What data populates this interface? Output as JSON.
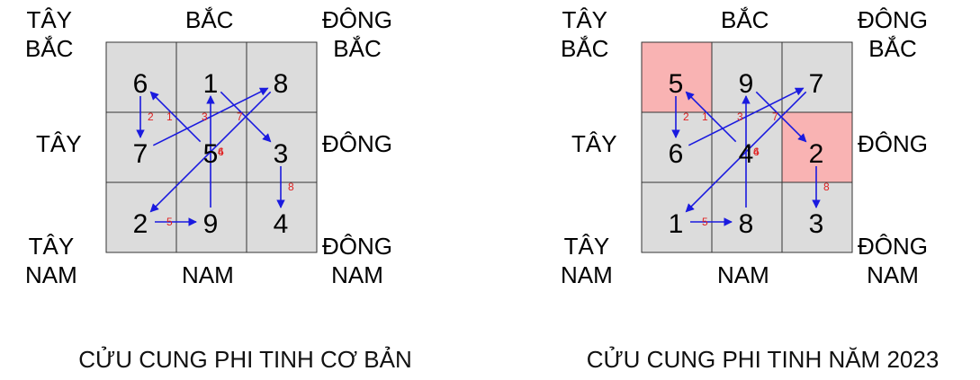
{
  "directions": {
    "nw1": "TÂY",
    "nw2": "BẮC",
    "n": "BẮC",
    "ne1": "ĐÔNG",
    "ne2": "BẮC",
    "w": "TÂY",
    "e": "ĐÔNG",
    "sw1": "TÂY",
    "sw2": "NAM",
    "s": "NAM",
    "se1": "ĐÔNG",
    "se2": "NAM"
  },
  "panels": [
    {
      "caption": "CỬU CUNG PHI TINH CƠ BẢN",
      "grid": [
        [
          "6",
          "1",
          "8"
        ],
        [
          "7",
          "5",
          "3"
        ],
        [
          "2",
          "9",
          "4"
        ]
      ],
      "highlighted_cells": [],
      "step_labels": [
        "1",
        "2",
        "3",
        "4",
        "5",
        "6",
        "7",
        "8"
      ]
    },
    {
      "caption": "CỬU CUNG PHI TINH NĂM 2023",
      "grid": [
        [
          "5",
          "9",
          "7"
        ],
        [
          "6",
          "4",
          "2"
        ],
        [
          "1",
          "8",
          "3"
        ]
      ],
      "highlighted_cells": [
        [
          0,
          0
        ],
        [
          1,
          2
        ]
      ],
      "step_labels": [
        "1",
        "2",
        "3",
        "4",
        "5",
        "6",
        "7",
        "8"
      ]
    }
  ],
  "colors": {
    "cell_fill": "#dcdcdc",
    "highlight_fill": "#f9b3b3",
    "grid_line": "#333333",
    "arrow": "#1a1adf",
    "step_label": "#e02020"
  }
}
